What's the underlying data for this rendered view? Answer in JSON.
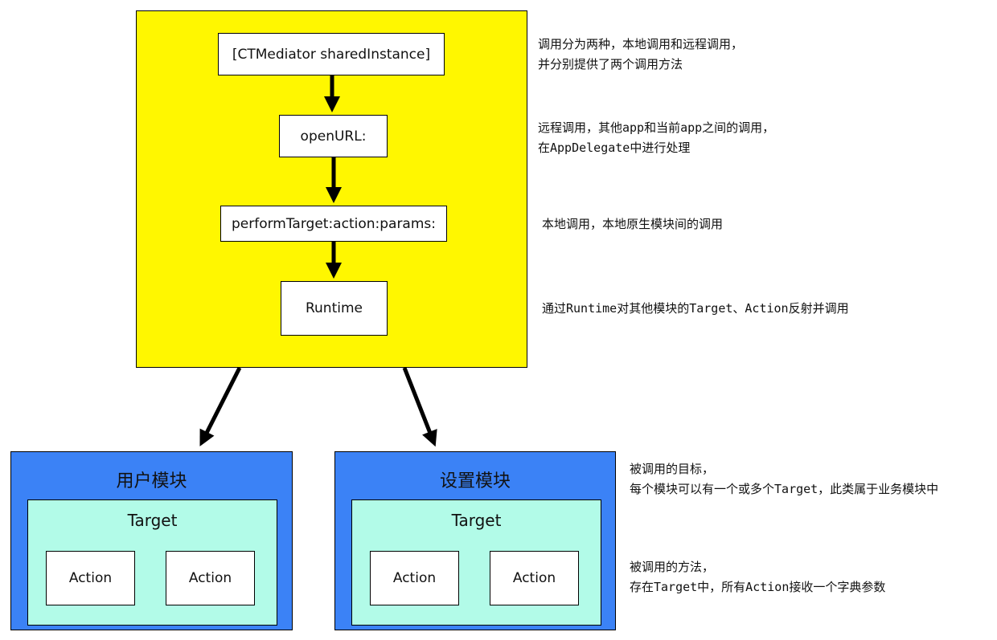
{
  "flow": {
    "shared_instance": "[CTMediator sharedInstance]",
    "open_url": "openURL:",
    "perform_target": "performTarget:action:params:",
    "runtime": "Runtime"
  },
  "modules": [
    {
      "title": "用户模块",
      "target": "Target",
      "actions": [
        "Action",
        "Action"
      ]
    },
    {
      "title": "设置模块",
      "target": "Target",
      "actions": [
        "Action",
        "Action"
      ]
    }
  ],
  "notes": {
    "call_types": [
      "调用分为两种，本地调用和远程调用，",
      "并分别提供了两个调用方法"
    ],
    "remote": [
      "远程调用，其他app和当前app之间的调用，",
      "在AppDelegate中进行处理"
    ],
    "local": [
      "本地调用，本地原生模块间的调用"
    ],
    "runtime": [
      "通过Runtime对其他模块的Target、Action反射并调用"
    ],
    "target": [
      "被调用的目标，",
      "每个模块可以有一个或多个Target，此类属于业务模块中"
    ],
    "action": [
      "被调用的方法，",
      "存在Target中，所有Action接收一个字典参数"
    ]
  },
  "colors": {
    "container": "#fff700",
    "module": "#3b82f6",
    "target": "#b2fbe8",
    "box": "#ffffff",
    "arrow": "#000000"
  }
}
